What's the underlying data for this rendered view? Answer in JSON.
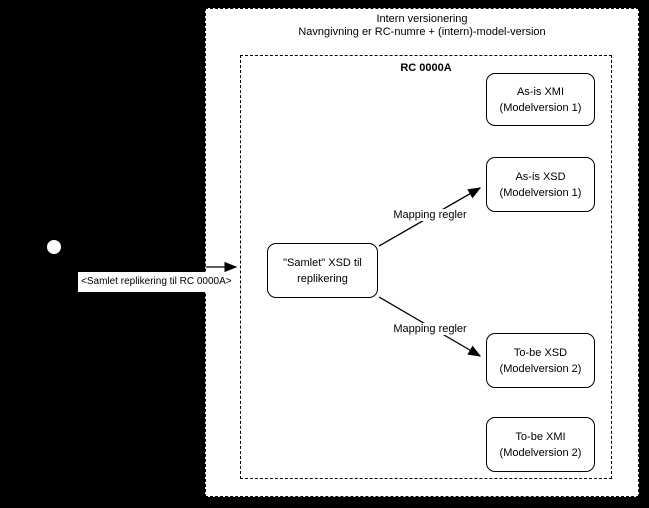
{
  "colors": {
    "background": "#000000",
    "canvas": "#ffffff",
    "stroke": "#000000",
    "text": "#000000"
  },
  "outer_group": {
    "title_line1": "Intern versionering",
    "title_line2": "Navngivning er RC-numre + (intern)-model-version"
  },
  "inner_group": {
    "title": "RC 0000A"
  },
  "nodes": {
    "as_is_xmi": {
      "line1": "As-is XMI",
      "line2": "(Modelversion 1)"
    },
    "as_is_xsd": {
      "line1": "As-is XSD",
      "line2": "(Modelversion 1)"
    },
    "samlet_xsd": {
      "line1": "\"Samlet\" XSD til",
      "line2": "replikering"
    },
    "to_be_xsd": {
      "line1": "To-be XSD",
      "line2": "(Modelversion 2)"
    },
    "to_be_xmi": {
      "line1": "To-be XMI",
      "line2": "(Modelversion 2)"
    }
  },
  "edges": {
    "mapping_regler_top": "Mapping regler",
    "mapping_regler_bottom": "Mapping regler",
    "replication_label": "<Samlet replikering til RC 0000A>"
  }
}
